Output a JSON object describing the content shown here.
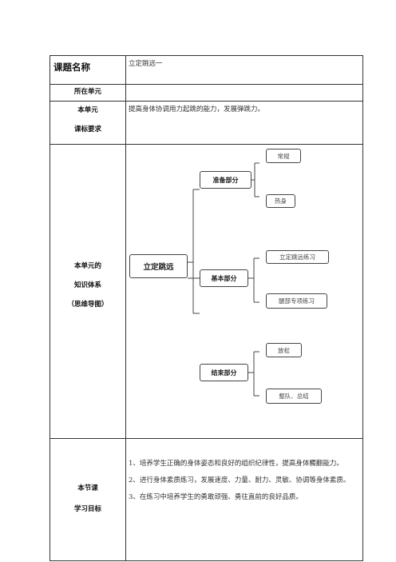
{
  "table": {
    "row_title": {
      "label": "课题名称",
      "value": "立定跳远一"
    },
    "row_unit": {
      "label": "所在单元",
      "value": ""
    },
    "row_requirement": {
      "label_line1": "本单元",
      "label_line2": "课标要求",
      "value": "提高身体协调用力起跳的能力，发展弹跳力。"
    },
    "row_knowledge": {
      "label_line1": "本单元的",
      "label_line2": "知识体系",
      "label_line3": "（思维导图）"
    },
    "row_goals": {
      "label_line1": "本节课",
      "label_line2": "学习目标",
      "goals": [
        "1、培养学生正确的身体姿态和良好的组织纪律性，提高身体髑翻能力。",
        "2、进行身体素质练习，发展速度、力量、耐力、灵敏、协调等身体素质。",
        "3、在练习中培养学生的勇敢顽强、勇往直前的良好品质。"
      ]
    }
  },
  "mindmap": {
    "root": "立定跳远",
    "branches": [
      {
        "label": "准备部分",
        "leaves": [
          "常规",
          "热身"
        ]
      },
      {
        "label": "基本部分",
        "leaves": [
          "立定跳远练习",
          "腿部专项练习"
        ]
      },
      {
        "label": "结束部分",
        "leaves": [
          "放松",
          "整队、总结"
        ]
      }
    ]
  }
}
